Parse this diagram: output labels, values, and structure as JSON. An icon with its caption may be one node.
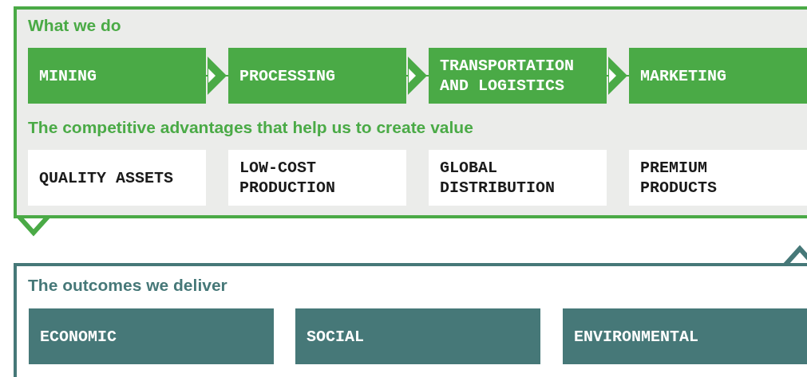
{
  "diagram": {
    "nodes": [
      {
        "text": [
          "What we do",
          "The competitive advantages that help us to create value"
        ]
      },
      {
        "text": [
          "MINING"
        ],
        "in": 0
      },
      {
        "text": [
          "PROCESSING"
        ],
        "in": 0
      },
      {
        "text": [
          "TRANSPORTATION AND LOGISTICS"
        ],
        "in": 0
      },
      {
        "text": [
          "MARKETING"
        ],
        "in": 0
      },
      {
        "text": [
          "QUALITY ASSETS"
        ],
        "in": 0
      },
      {
        "text": [
          "LOW-COST PRODUCTION"
        ],
        "in": 0
      },
      {
        "text": [
          "GLOBAL DISTRIBUTION"
        ],
        "in": 0
      },
      {
        "text": [
          "PREMIUM PRODUCTS"
        ],
        "in": 0
      },
      {
        "text": [
          "The outcomes we deliver"
        ]
      },
      {
        "text": [
          "ECONOMIC"
        ],
        "in": 9
      },
      {
        "text": [
          "SOCIAL"
        ],
        "in": 9
      },
      {
        "text": [
          "ENVIRONMENTAL"
        ],
        "in": 9
      }
    ],
    "edges": [
      {
        "from": 1,
        "to": 2,
        "arrow": "to"
      },
      {
        "from": 2,
        "to": 3,
        "arrow": "to"
      },
      {
        "from": 3,
        "to": 4,
        "arrow": "to"
      }
    ]
  }
}
